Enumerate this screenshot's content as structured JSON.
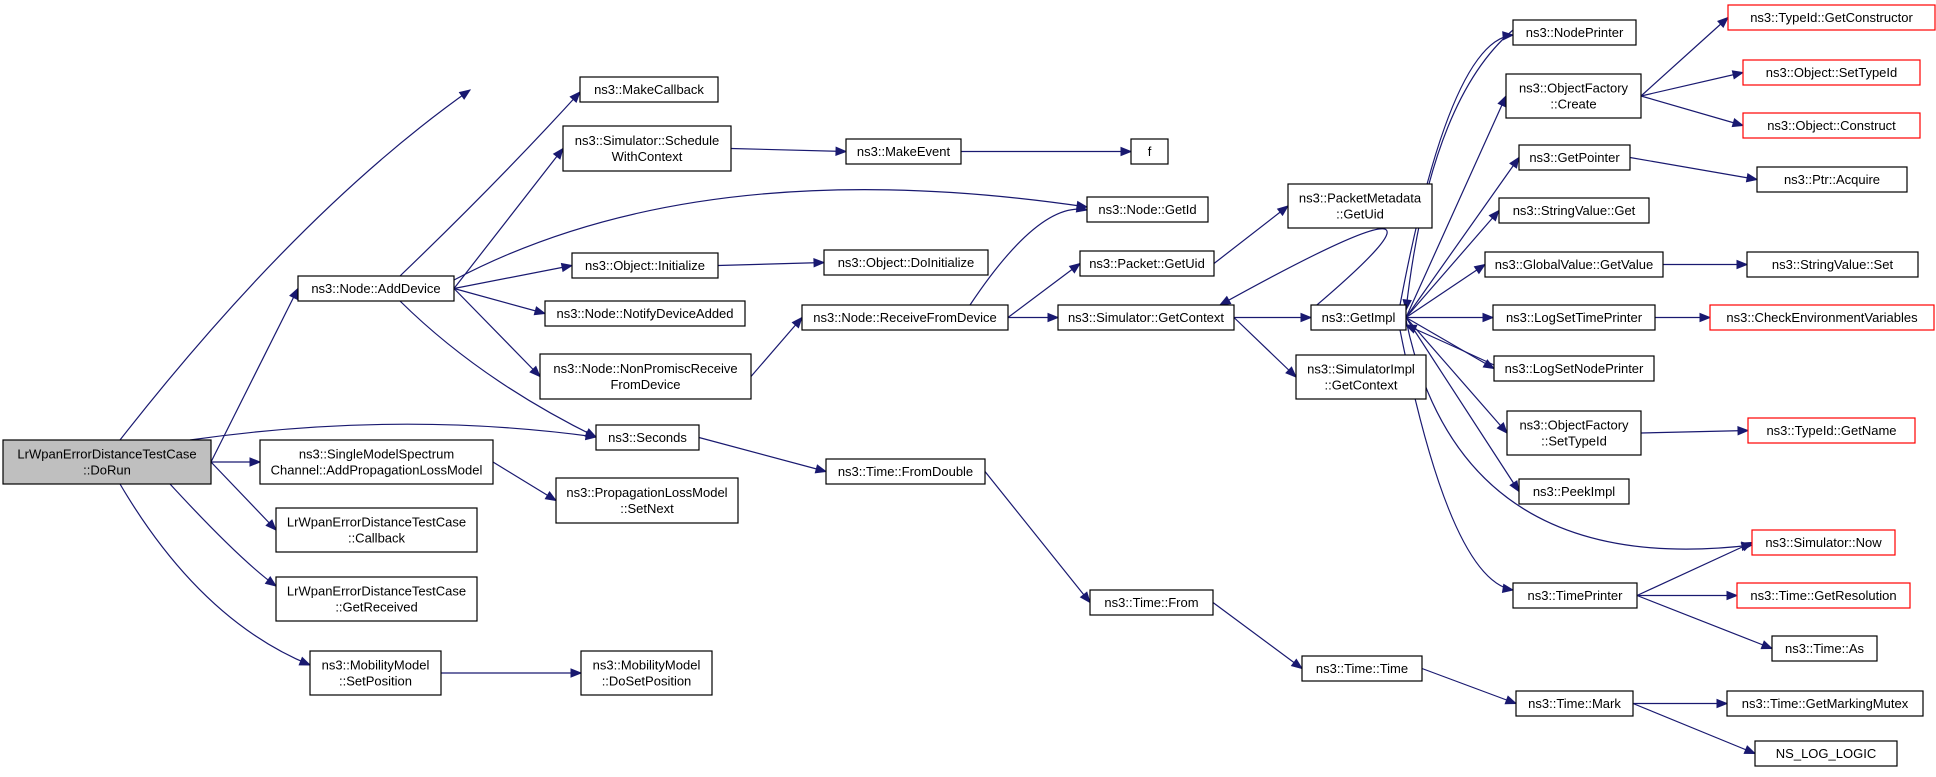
{
  "graph": {
    "edge_color": "#191970",
    "node_border": "#000000",
    "external_border": "#ff0000",
    "root_fill": "#bfbfbf",
    "nodes": [
      {
        "id": "dorun",
        "lines": [
          "LrWpanErrorDistanceTestCase",
          "::DoRun"
        ],
        "style": "root"
      },
      {
        "id": "adddevice",
        "lines": [
          "ns3::Node::AddDevice"
        ],
        "style": "normal"
      },
      {
        "id": "addprop",
        "lines": [
          "ns3::SingleModelSpectrum",
          "Channel::AddPropagationLossModel"
        ],
        "style": "normal"
      },
      {
        "id": "callback",
        "lines": [
          "LrWpanErrorDistanceTestCase",
          "::Callback"
        ],
        "style": "normal"
      },
      {
        "id": "getreceived",
        "lines": [
          "LrWpanErrorDistanceTestCase",
          "::GetReceived"
        ],
        "style": "normal"
      },
      {
        "id": "setposition",
        "lines": [
          "ns3::MobilityModel",
          "::SetPosition"
        ],
        "style": "normal"
      },
      {
        "id": "makecallback",
        "lines": [
          "ns3::MakeCallback"
        ],
        "style": "normal"
      },
      {
        "id": "schedule",
        "lines": [
          "ns3::Simulator::Schedule",
          "WithContext"
        ],
        "style": "normal"
      },
      {
        "id": "objinit",
        "lines": [
          "ns3::Object::Initialize"
        ],
        "style": "normal"
      },
      {
        "id": "notify",
        "lines": [
          "ns3::Node::NotifyDeviceAdded"
        ],
        "style": "normal"
      },
      {
        "id": "nonpromisc",
        "lines": [
          "ns3::Node::NonPromiscReceive",
          "FromDevice"
        ],
        "style": "normal"
      },
      {
        "id": "seconds",
        "lines": [
          "ns3::Seconds"
        ],
        "style": "normal"
      },
      {
        "id": "setnext",
        "lines": [
          "ns3::PropagationLossModel",
          "::SetNext"
        ],
        "style": "normal"
      },
      {
        "id": "dosetpos",
        "lines": [
          "ns3::MobilityModel",
          "::DoSetPosition"
        ],
        "style": "normal"
      },
      {
        "id": "makeevent",
        "lines": [
          "ns3::MakeEvent"
        ],
        "style": "normal"
      },
      {
        "id": "f",
        "lines": [
          "f"
        ],
        "style": "normal"
      },
      {
        "id": "doinit",
        "lines": [
          "ns3::Object::DoInitialize"
        ],
        "style": "normal"
      },
      {
        "id": "recvfromdev",
        "lines": [
          "ns3::Node::ReceiveFromDevice"
        ],
        "style": "normal"
      },
      {
        "id": "fromdouble",
        "lines": [
          "ns3::Time::FromDouble"
        ],
        "style": "normal"
      },
      {
        "id": "nodegetid",
        "lines": [
          "ns3::Node::GetId"
        ],
        "style": "normal"
      },
      {
        "id": "packetgetuid",
        "lines": [
          "ns3::Packet::GetUid"
        ],
        "style": "normal"
      },
      {
        "id": "simgetctx",
        "lines": [
          "ns3::Simulator::GetContext"
        ],
        "style": "normal"
      },
      {
        "id": "pktmeta",
        "lines": [
          "ns3::PacketMetadata",
          "::GetUid"
        ],
        "style": "normal"
      },
      {
        "id": "simimplctx",
        "lines": [
          "ns3::SimulatorImpl",
          "::GetContext"
        ],
        "style": "normal"
      },
      {
        "id": "getimpl",
        "lines": [
          "ns3::GetImpl"
        ],
        "style": "normal"
      },
      {
        "id": "timefrom",
        "lines": [
          "ns3::Time::From"
        ],
        "style": "normal"
      },
      {
        "id": "timetime",
        "lines": [
          "ns3::Time::Time"
        ],
        "style": "normal"
      },
      {
        "id": "nodeprinter",
        "lines": [
          "ns3::NodePrinter"
        ],
        "style": "normal"
      },
      {
        "id": "objfactcreate",
        "lines": [
          "ns3::ObjectFactory",
          "::Create"
        ],
        "style": "normal"
      },
      {
        "id": "getpointer",
        "lines": [
          "ns3::GetPointer"
        ],
        "style": "normal"
      },
      {
        "id": "stringget",
        "lines": [
          "ns3::StringValue::Get"
        ],
        "style": "normal"
      },
      {
        "id": "gvgetvalue",
        "lines": [
          "ns3::GlobalValue::GetValue"
        ],
        "style": "normal"
      },
      {
        "id": "logsettime",
        "lines": [
          "ns3::LogSetTimePrinter"
        ],
        "style": "normal"
      },
      {
        "id": "logsetnode",
        "lines": [
          "ns3::LogSetNodePrinter"
        ],
        "style": "normal"
      },
      {
        "id": "ofsettypeid",
        "lines": [
          "ns3::ObjectFactory",
          "::SetTypeId"
        ],
        "style": "normal"
      },
      {
        "id": "peekimpl",
        "lines": [
          "ns3::PeekImpl"
        ],
        "style": "normal"
      },
      {
        "id": "timeprinter",
        "lines": [
          "ns3::TimePrinter"
        ],
        "style": "normal"
      },
      {
        "id": "timemark",
        "lines": [
          "ns3::Time::Mark"
        ],
        "style": "normal"
      },
      {
        "id": "getctor",
        "lines": [
          "ns3::TypeId::GetConstructor"
        ],
        "style": "external"
      },
      {
        "id": "objsettypeid",
        "lines": [
          "ns3::Object::SetTypeId"
        ],
        "style": "external"
      },
      {
        "id": "objconstruct",
        "lines": [
          "ns3::Object::Construct"
        ],
        "style": "external"
      },
      {
        "id": "ptracquire",
        "lines": [
          "ns3::Ptr::Acquire"
        ],
        "style": "normal"
      },
      {
        "id": "stringset",
        "lines": [
          "ns3::StringValue::Set"
        ],
        "style": "normal"
      },
      {
        "id": "checkenv",
        "lines": [
          "ns3::CheckEnvironmentVariables"
        ],
        "style": "external"
      },
      {
        "id": "typeidgetname",
        "lines": [
          "ns3::TypeId::GetName"
        ],
        "style": "external"
      },
      {
        "id": "simnow",
        "lines": [
          "ns3::Simulator::Now"
        ],
        "style": "external"
      },
      {
        "id": "timegetres",
        "lines": [
          "ns3::Time::GetResolution"
        ],
        "style": "external"
      },
      {
        "id": "timeas",
        "lines": [
          "ns3::Time::As"
        ],
        "style": "normal"
      },
      {
        "id": "getmarkmutex",
        "lines": [
          "ns3::Time::GetMarkingMutex"
        ],
        "style": "normal"
      },
      {
        "id": "nslogic",
        "lines": [
          "NS_LOG_LOGIC"
        ],
        "style": "normal"
      }
    ],
    "edges": [
      [
        "dorun",
        "makecallback"
      ],
      [
        "dorun",
        "adddevice"
      ],
      [
        "dorun",
        "seconds"
      ],
      [
        "dorun",
        "addprop"
      ],
      [
        "dorun",
        "callback"
      ],
      [
        "dorun",
        "getreceived"
      ],
      [
        "dorun",
        "setposition"
      ],
      [
        "adddevice",
        "makecallback"
      ],
      [
        "adddevice",
        "schedule"
      ],
      [
        "adddevice",
        "nodegetid"
      ],
      [
        "adddevice",
        "objinit"
      ],
      [
        "adddevice",
        "notify"
      ],
      [
        "adddevice",
        "nonpromisc"
      ],
      [
        "adddevice",
        "seconds"
      ],
      [
        "schedule",
        "makeevent"
      ],
      [
        "makeevent",
        "f"
      ],
      [
        "objinit",
        "doinit"
      ],
      [
        "nonpromisc",
        "recvfromdev"
      ],
      [
        "addprop",
        "setnext"
      ],
      [
        "seconds",
        "fromdouble"
      ],
      [
        "setposition",
        "dosetpos"
      ],
      [
        "recvfromdev",
        "nodegetid"
      ],
      [
        "recvfromdev",
        "packetgetuid"
      ],
      [
        "recvfromdev",
        "simgetctx"
      ],
      [
        "packetgetuid",
        "pktmeta"
      ],
      [
        "simgetctx",
        "getimpl"
      ],
      [
        "simgetctx",
        "simimplctx"
      ],
      [
        "getimpl",
        "nodeprinter"
      ],
      [
        "getimpl",
        "objfactcreate"
      ],
      [
        "getimpl",
        "getpointer"
      ],
      [
        "getimpl",
        "stringget"
      ],
      [
        "getimpl",
        "gvgetvalue"
      ],
      [
        "getimpl",
        "logsettime"
      ],
      [
        "getimpl",
        "logsetnode"
      ],
      [
        "getimpl",
        "ofsettypeid"
      ],
      [
        "getimpl",
        "peekimpl"
      ],
      [
        "getimpl",
        "timeprinter"
      ],
      [
        "getimpl",
        "simgetctx"
      ],
      [
        "getimpl",
        "simnow"
      ],
      [
        "objfactcreate",
        "getctor"
      ],
      [
        "objfactcreate",
        "objsettypeid"
      ],
      [
        "objfactcreate",
        "objconstruct"
      ],
      [
        "getpointer",
        "ptracquire"
      ],
      [
        "gvgetvalue",
        "stringset"
      ],
      [
        "logsettime",
        "checkenv"
      ],
      [
        "ofsettypeid",
        "typeidgetname"
      ],
      [
        "timeprinter",
        "simnow"
      ],
      [
        "timeprinter",
        "timegetres"
      ],
      [
        "timeprinter",
        "timeas"
      ],
      [
        "fromdouble",
        "timefrom"
      ],
      [
        "timefrom",
        "timetime"
      ],
      [
        "timetime",
        "timemark"
      ],
      [
        "timemark",
        "getmarkmutex"
      ],
      [
        "timemark",
        "nslogic"
      ],
      [
        "logsetnode",
        "getimpl"
      ],
      [
        "nodeprinter",
        "getimpl"
      ]
    ]
  }
}
